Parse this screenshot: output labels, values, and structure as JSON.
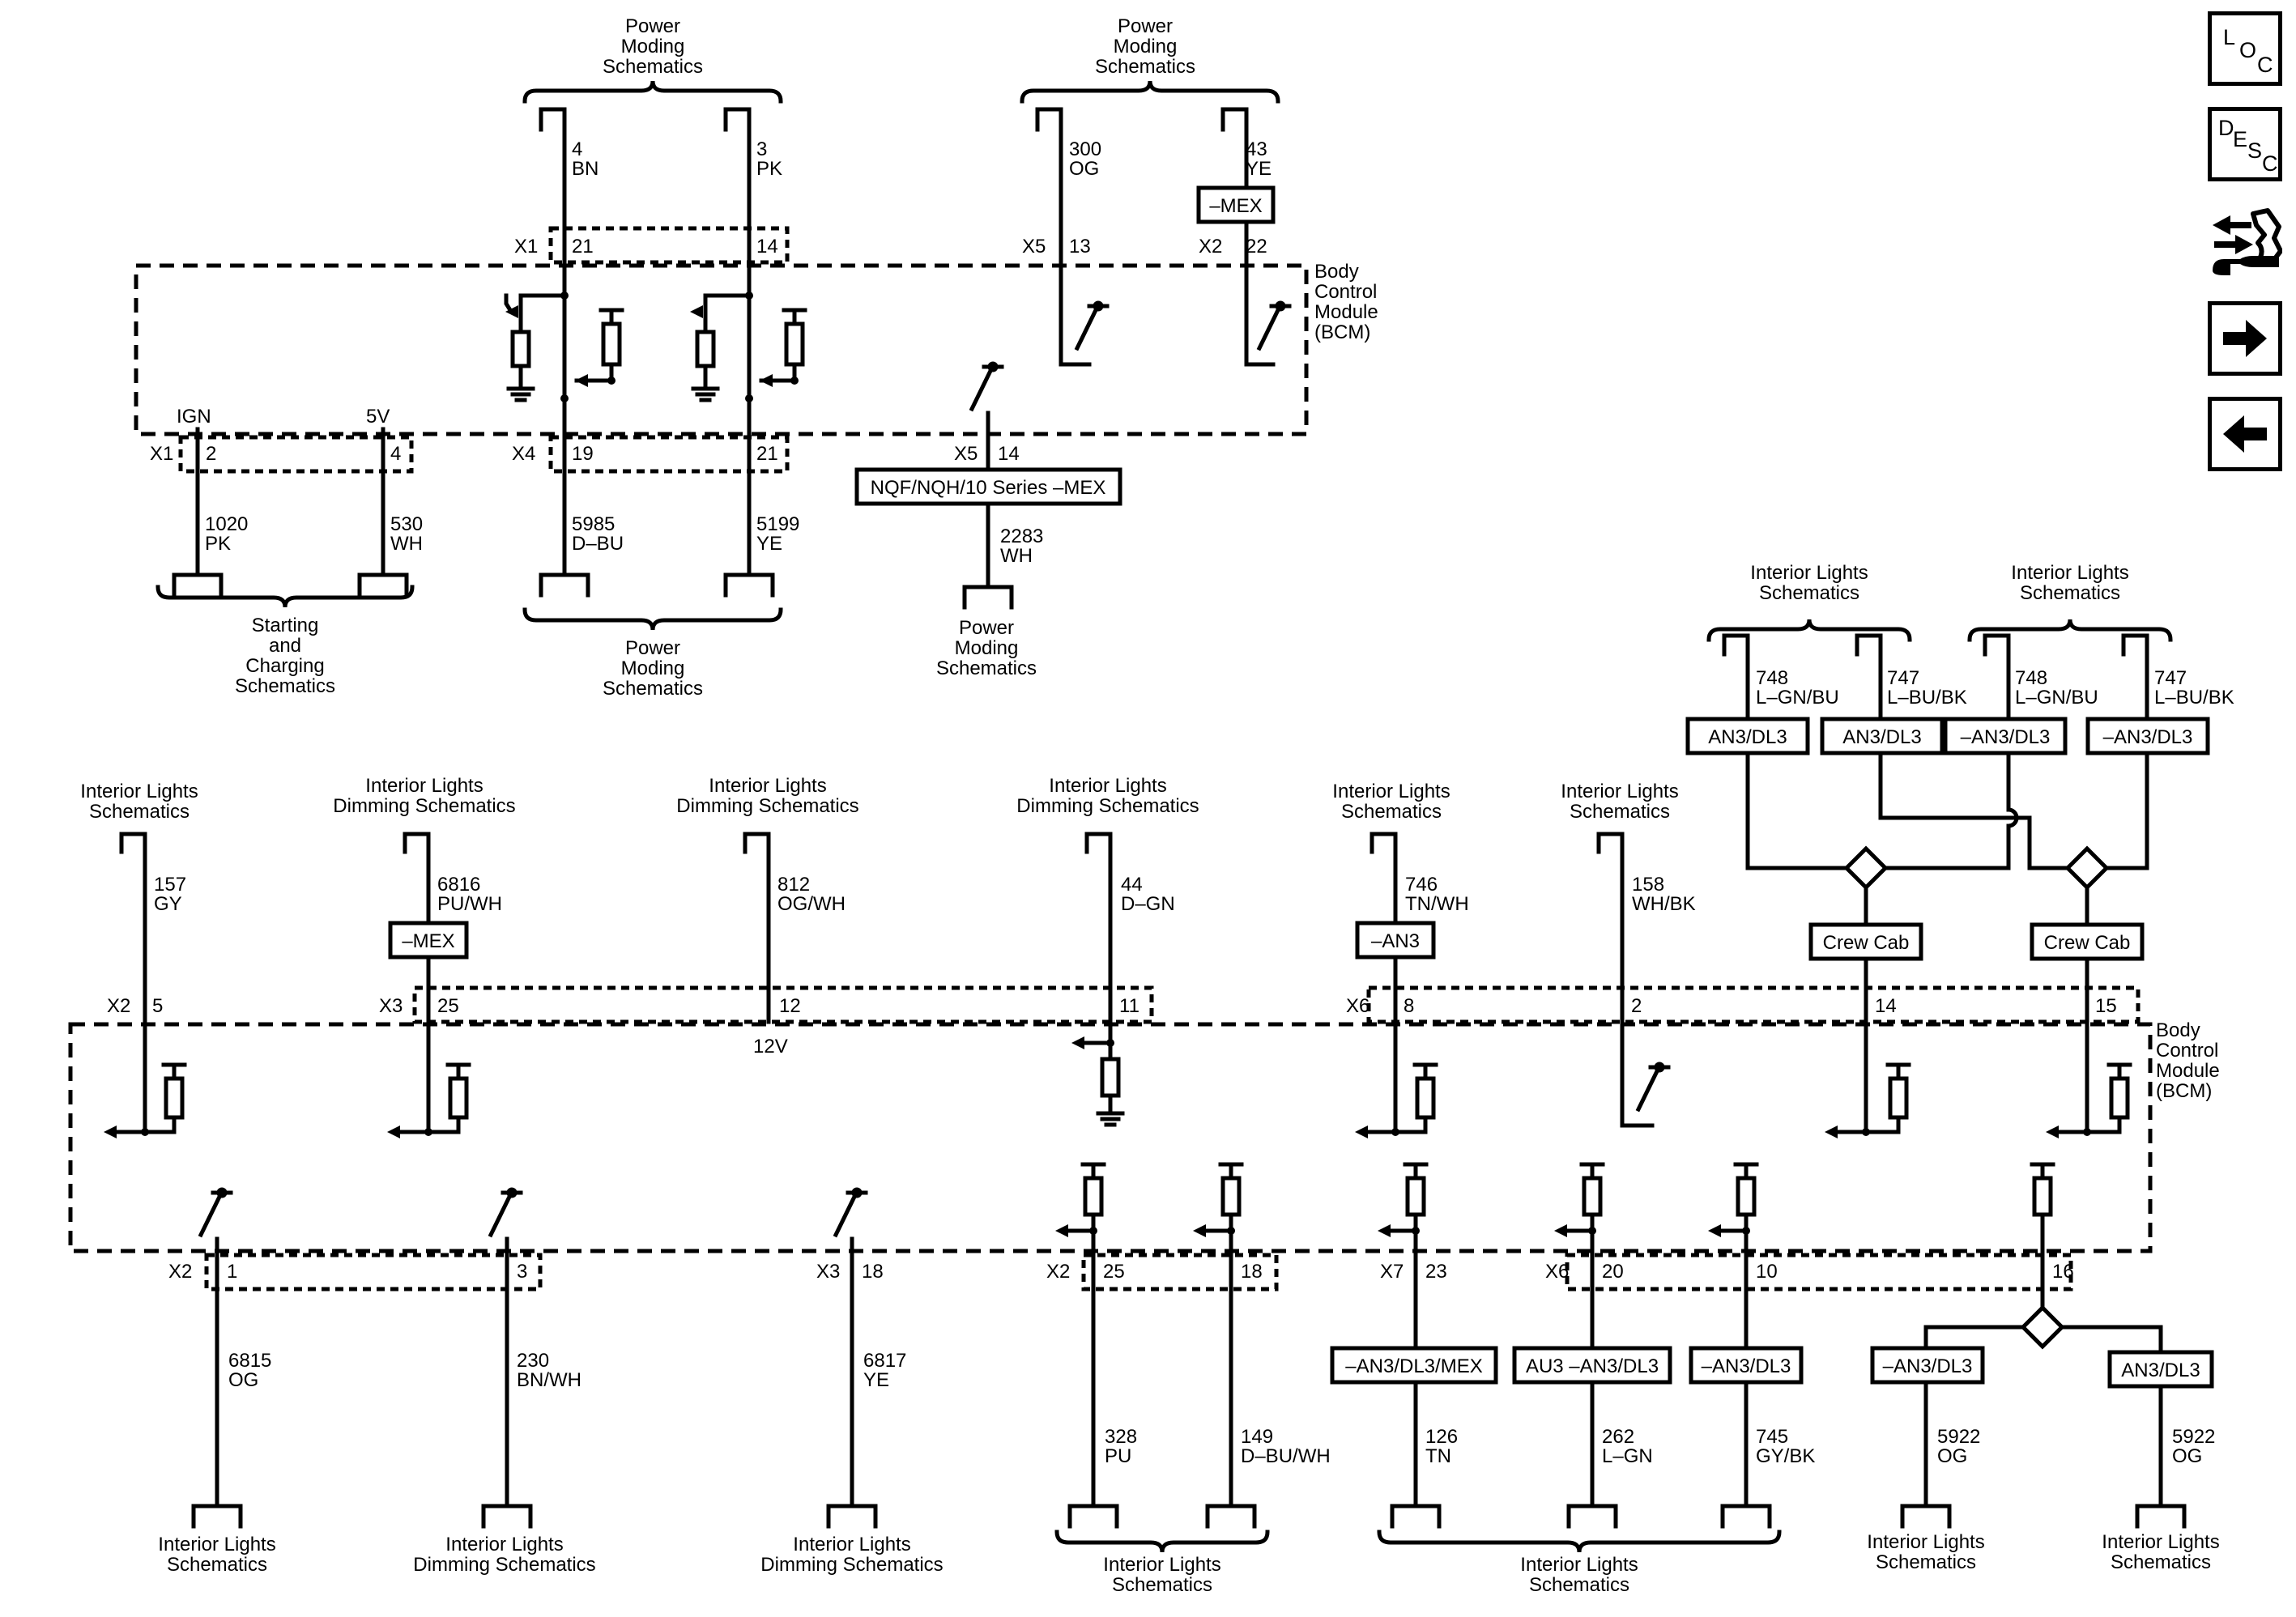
{
  "sidebar": {
    "loc": {
      "l1": "L",
      "l2": "O",
      "l3": "C"
    },
    "desc": {
      "l1": "D",
      "l2": "E",
      "l3": "S",
      "l4": "C"
    },
    "icons": [
      "wrench-arrows-icon",
      "arrow-right-icon",
      "arrow-left-icon"
    ]
  },
  "colors": {
    "line": "#000000",
    "background": "#ffffff"
  },
  "top": {
    "pm_a": {
      "l1": "Power",
      "l2": "Moding",
      "l3": "Schematics"
    },
    "pm_b": {
      "l1": "Power",
      "l2": "Moding",
      "l3": "Schematics"
    },
    "pm_c": {
      "l1": "Power",
      "l2": "Moding",
      "l3": "Schematics"
    },
    "pm_d": {
      "l1": "Power",
      "l2": "Moding",
      "l3": "Schematics"
    },
    "sc": {
      "l1": "Starting",
      "l2": "and",
      "l3": "Charging",
      "l4": "Schematics"
    },
    "w4": {
      "c": "4",
      "k": "BN"
    },
    "w3": {
      "c": "3",
      "k": "PK"
    },
    "w300": {
      "c": "300",
      "k": "OG"
    },
    "w43": {
      "c": "43",
      "k": "YE"
    },
    "w1020": {
      "c": "1020",
      "k": "PK"
    },
    "w530": {
      "c": "530",
      "k": "WH"
    },
    "w5985": {
      "c": "5985",
      "k": "D–BU"
    },
    "w5199": {
      "c": "5199",
      "k": "YE"
    },
    "w2283": {
      "c": "2283",
      "k": "WH"
    },
    "x1a": "X1",
    "p21": "21",
    "p14": "14",
    "x5a": "X5",
    "p13": "13",
    "x2a": "X2",
    "p22": "22",
    "mex": "–MEX",
    "bcm": {
      "l1": "Body",
      "l2": "Control",
      "l3": "Module",
      "l4": "(BCM)"
    },
    "ign": "IGN",
    "v5": "5V",
    "x1b": "X1",
    "p2": "2",
    "p4": "4",
    "x4": "X4",
    "p19": "19",
    "p21b": "21",
    "x5b": "X5",
    "p14b": "14",
    "nqf": "NQF/NQH/10 Series –MEX"
  },
  "rtop": {
    "il_a": {
      "l1": "Interior Lights",
      "l2": "Schematics"
    },
    "il_b": {
      "l1": "Interior Lights",
      "l2": "Schematics"
    },
    "w748a": {
      "c": "748",
      "k": "L–GN/BU"
    },
    "w747a": {
      "c": "747",
      "k": "L–BU/BK"
    },
    "w748b": {
      "c": "748",
      "k": "L–GN/BU"
    },
    "w747b": {
      "c": "747",
      "k": "L–BU/BK"
    },
    "b1": "AN3/DL3",
    "b2": "AN3/DL3",
    "b3": "–AN3/DL3",
    "b4": "–AN3/DL3",
    "cc1": "Crew Cab",
    "cc2": "Crew Cab"
  },
  "mid": {
    "il157": {
      "l1": "Interior Lights",
      "l2": "Schematics"
    },
    "ild6816": {
      "l1": "Interior Lights",
      "l2": "Dimming Schematics"
    },
    "ild812": {
      "l1": "Interior Lights",
      "l2": "Dimming Schematics"
    },
    "ild44": {
      "l1": "Interior Lights",
      "l2": "Dimming Schematics"
    },
    "il746": {
      "l1": "Interior Lights",
      "l2": "Schematics"
    },
    "il158": {
      "l1": "Interior Lights",
      "l2": "Schematics"
    },
    "w157": {
      "c": "157",
      "k": "GY"
    },
    "w6816": {
      "c": "6816",
      "k": "PU/WH"
    },
    "w812": {
      "c": "812",
      "k": "OG/WH"
    },
    "w44": {
      "c": "44",
      "k": "D–GN"
    },
    "w746": {
      "c": "746",
      "k": "TN/WH"
    },
    "w158": {
      "c": "158",
      "k": "WH/BK"
    },
    "mex": "–MEX",
    "an3": "–AN3",
    "x2": "X2",
    "p5": "5",
    "x3": "X3",
    "p25": "25",
    "p12": "12",
    "p11": "11",
    "x6": "X6",
    "p8": "8",
    "p2": "2",
    "p14": "14",
    "p15": "15",
    "v12": "12V",
    "bcm": {
      "l1": "Body",
      "l2": "Control",
      "l3": "Module",
      "l4": "(BCM)"
    }
  },
  "bot": {
    "x2a": "X2",
    "p1": "1",
    "p3": "3",
    "x3": "X3",
    "p18": "18",
    "x2b": "X2",
    "p25": "25",
    "p18b": "18",
    "x7": "X7",
    "p23": "23",
    "x6": "X6",
    "p20": "20",
    "p10": "10",
    "p16": "16",
    "w6815": {
      "c": "6815",
      "k": "OG"
    },
    "w230": {
      "c": "230",
      "k": "BN/WH"
    },
    "w6817": {
      "c": "6817",
      "k": "YE"
    },
    "w328": {
      "c": "328",
      "k": "PU"
    },
    "w149": {
      "c": "149",
      "k": "D–BU/WH"
    },
    "w126": {
      "c": "126",
      "k": "TN"
    },
    "w262": {
      "c": "262",
      "k": "L–GN"
    },
    "w745": {
      "c": "745",
      "k": "GY/BK"
    },
    "w5922a": {
      "c": "5922",
      "k": "OG"
    },
    "w5922b": {
      "c": "5922",
      "k": "OG"
    },
    "bx1": "–AN3/DL3/MEX",
    "bx2": "AU3 –AN3/DL3",
    "bx3": "–AN3/DL3",
    "bx4": "–AN3/DL3",
    "bx5": "AN3/DL3",
    "il_b1": {
      "l1": "Interior Lights",
      "l2": "Schematics"
    },
    "ild_b2": {
      "l1": "Interior Lights",
      "l2": "Dimming Schematics"
    },
    "ild_b3": {
      "l1": "Interior Lights",
      "l2": "Dimming Schematics"
    },
    "il_b4": {
      "l1": "Interior Lights",
      "l2": "Schematics"
    },
    "il_b5": {
      "l1": "Interior Lights",
      "l2": "Schematics"
    },
    "il_b6": {
      "l1": "Interior Lights",
      "l2": "Schematics"
    },
    "il_b7": {
      "l1": "Interior Lights",
      "l2": "Schematics"
    }
  }
}
